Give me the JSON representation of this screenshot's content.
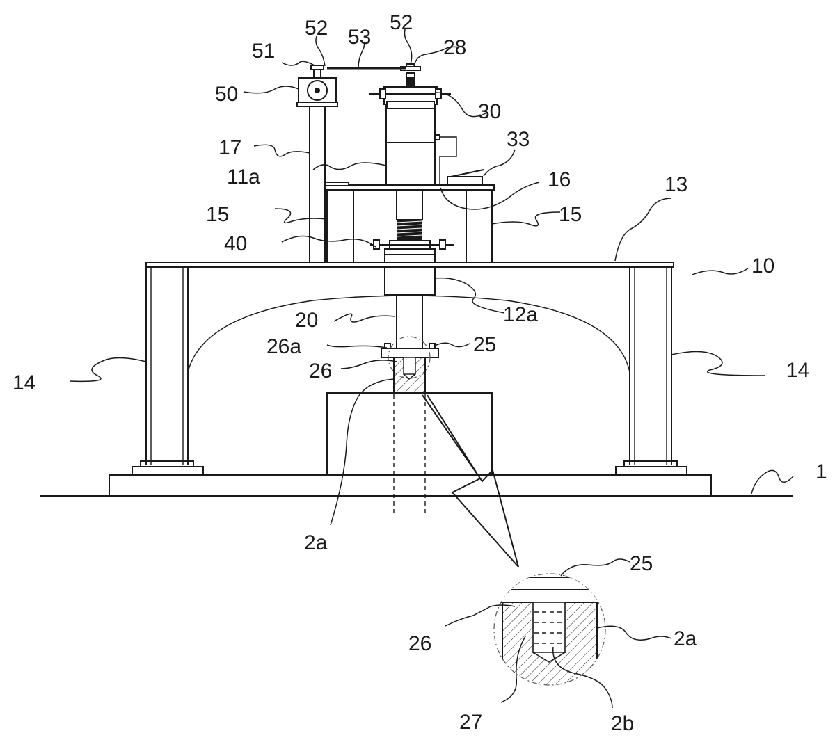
{
  "figure": {
    "labels": {
      "l1": "1",
      "l10": "10",
      "l11a": "11a",
      "l12a": "12a",
      "l13": "13",
      "l14_left": "14",
      "l14_right": "14",
      "l15_left": "15",
      "l15_right": "15",
      "l16": "16",
      "l17": "17",
      "l20": "20",
      "l25": "25",
      "l26a": "26a",
      "l26": "26",
      "l28": "28",
      "l30": "30",
      "l33": "33",
      "l40": "40",
      "l50": "50",
      "l51": "51",
      "l52_left": "52",
      "l52_right": "52",
      "l53": "53",
      "l2a": "2a",
      "detail_25": "25",
      "detail_26": "26",
      "detail_2a": "2a",
      "detail_27": "27",
      "detail_2b": "2b"
    }
  }
}
